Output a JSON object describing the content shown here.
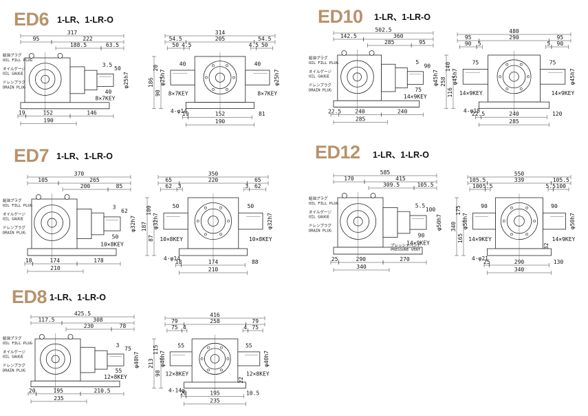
{
  "sections": {
    "ed6": {
      "title": "ED6",
      "subtitle": "1-LR、1-LR-O"
    },
    "ed10": {
      "title": "ED10",
      "subtitle": "1-LR、1-LR-O"
    },
    "ed7": {
      "title": "ED7",
      "subtitle": "1-LR、1-LR-O"
    },
    "ed12": {
      "title": "ED12",
      "subtitle": "1-LR、1-LR-O"
    },
    "ed8": {
      "title": "ED8",
      "subtitle": "1-LR、1-LR-O"
    }
  },
  "labels": {
    "oil_fill_jp": "給油プラグ",
    "oil_fill_en": "OIL FILL PLUG",
    "oil_gauge_jp": "オイルゲージ",
    "oil_gauge_en": "OIL GAUGE",
    "drain_jp": "ドレンプラグ",
    "drain_en": "DRAIN PLUG",
    "pressure_vent_jp": "プレッシャベント",
    "pressure_vent_en": "PRESSURE VENT"
  },
  "ed6": {
    "side": {
      "total": "317",
      "a": "95",
      "b": "222",
      "c": "188.5",
      "d": "63.5",
      "e": "3.5",
      "f": "50",
      "g": "40",
      "h": "19",
      "i": "152",
      "j": "146",
      "k": "190",
      "key": "8×7KEY",
      "shaft": "φ25h7"
    },
    "front": {
      "total": "314",
      "a": "54.5",
      "b": "205",
      "c": "54.5",
      "d": "50",
      "e": "4.5",
      "f": "4.5",
      "g": "50",
      "h": "40",
      "i": "40",
      "height": "186",
      "j": "90",
      "k": "20",
      "l": "19",
      "m": "152",
      "n": "190",
      "o": "81",
      "key_l": "8×7KEY",
      "key_r": "8×7KEY",
      "holes": "4-φ14",
      "shaft_l": "φ25h7",
      "shaft_r": "φ25h7"
    }
  },
  "ed10": {
    "side": {
      "total": "502.5",
      "a": "142.5",
      "b": "360",
      "c": "285",
      "d": "95",
      "e": "5",
      "f": "90",
      "g": "75",
      "h": "22.5",
      "i": "240",
      "j": "240",
      "k": "285",
      "key": "14×9KEY",
      "shaft": "φ45h7"
    },
    "front": {
      "total": "480",
      "a": "95",
      "b": "290",
      "c": "95",
      "d": "90",
      "e": "5",
      "f": "5",
      "g": "90",
      "h": "75",
      "i": "75",
      "height": "258",
      "j": "116",
      "k": "140",
      "l": "22.5",
      "m": "240",
      "n": "285",
      "o": "120",
      "key_l": "14×9KEY",
      "key_r": "14×9KEY",
      "holes": "4-φ18",
      "shaft_l": "φ45h7",
      "shaft_r": "φ45h7"
    }
  },
  "ed7": {
    "side": {
      "total": "370",
      "a": "105",
      "b": "265",
      "c": "200",
      "d": "85",
      "e": "3",
      "f": "62",
      "g": "50",
      "h": "18",
      "i": "174",
      "j": "178",
      "k": "210",
      "key": "10×8KEY",
      "shaft": "φ32h7"
    },
    "front": {
      "total": "350",
      "a": "65",
      "b": "220",
      "c": "65",
      "d": "62",
      "e": "3",
      "f": "3",
      "g": "62",
      "h": "50",
      "i": "50",
      "height": "187",
      "j": "87",
      "k": "100",
      "l": "18",
      "m": "174",
      "n": "210",
      "o": "88",
      "key_l": "10×8KEY",
      "key_r": "10×8KEY",
      "holes": "4-φ14",
      "shaft_l": "φ32h7",
      "shaft_r": "φ32h7"
    }
  },
  "ed12": {
    "side": {
      "total": "585",
      "a": "170",
      "b": "415",
      "c": "309.5",
      "d": "105.5",
      "e": "5.5",
      "f": "100",
      "g": "90",
      "h": "25",
      "i": "290",
      "j": "270",
      "k": "340",
      "key": "14×9KEY",
      "shaft": "φ50h7"
    },
    "front": {
      "total": "550",
      "a": "105.5",
      "b": "339",
      "c": "105.5",
      "d": "100",
      "e": "5.5",
      "f": "5.5",
      "g": "100",
      "h": "90",
      "i": "90",
      "height": "340",
      "j": "165",
      "k": "175",
      "l": "25",
      "m": "290",
      "n": "340",
      "o": "130",
      "p": "32",
      "key_l": "14×9KEY",
      "key_r": "14×9KEY",
      "holes": "4-φ21",
      "shaft_l": "φ50h7",
      "shaft_r": "φ50h7"
    }
  },
  "ed8": {
    "side": {
      "total": "425.5",
      "a": "117.5",
      "b": "308",
      "c": "230",
      "d": "78",
      "e": "3",
      "f": "75",
      "g": "55",
      "h": "20",
      "i": "195",
      "j": "210.5",
      "k": "235",
      "key": "12×8KEY",
      "shaft": "φ40h7"
    },
    "front": {
      "total": "416",
      "a": "79",
      "b": "258",
      "c": "79",
      "d": "75",
      "e": "4",
      "f": "4",
      "g": "75",
      "h": "55",
      "i": "55",
      "height": "213",
      "j": "98",
      "k": "115",
      "l": "20",
      "m": "195",
      "n": "235",
      "o": "10.5",
      "p": "22",
      "key_l": "12×8KEY",
      "key_r": "12×8KEY",
      "holes": "4-14φ",
      "shaft_l": "φ40h7",
      "shaft_r": "φ40h7"
    }
  }
}
